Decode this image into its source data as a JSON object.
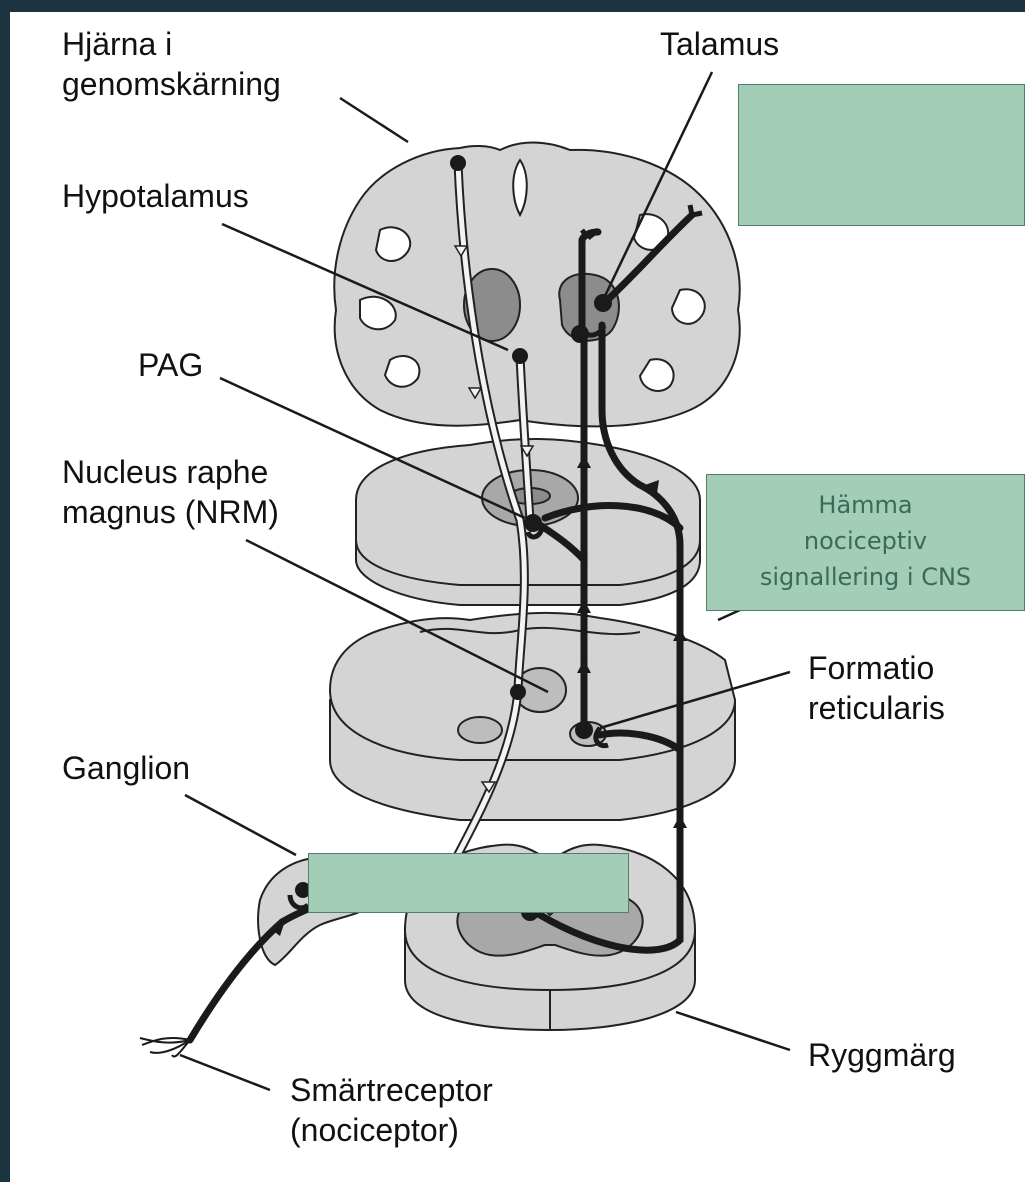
{
  "labels": {
    "brain_section": [
      "Hjärna i",
      "genomskärning"
    ],
    "thalamus": "Talamus",
    "hypothalamus": "Hypotalamus",
    "pag": "PAG",
    "nrm": [
      "Nucleus raphe",
      "magnus (NRM)"
    ],
    "reticular_formation": [
      "Formatio",
      "reticularis"
    ],
    "ganglion": "Ganglion",
    "spinal_cord": "Ryggmärg",
    "pain_receptor": [
      "Smärtreceptor",
      "(nociceptor)"
    ]
  },
  "boxes": {
    "top_right": "",
    "middle_right": [
      "Hämma",
      "nociceptiv",
      "signallering i CNS"
    ],
    "bottom_left": ""
  },
  "colors": {
    "frame": "#1c3440",
    "box_fill": "#a4cdb8",
    "box_text": "#3a6a5a",
    "tissue": "#d4d4d4",
    "nucleus": "#8c8c8c",
    "pathway": "#1a1a1a"
  }
}
